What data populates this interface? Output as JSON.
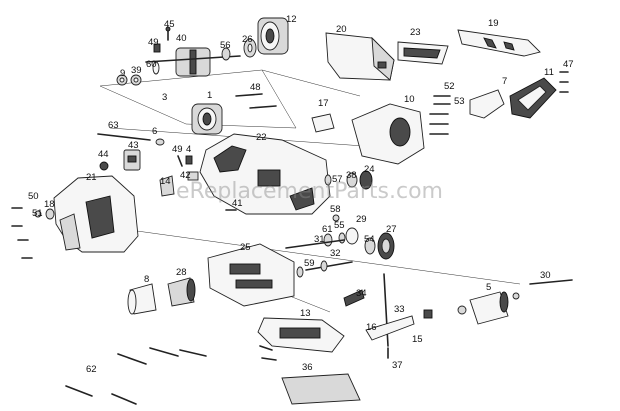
{
  "watermark": "eReplacementParts.com",
  "callouts": [
    {
      "id": "45",
      "label": "45"
    },
    {
      "id": "12",
      "label": "12"
    },
    {
      "id": "20",
      "label": "20"
    },
    {
      "id": "23",
      "label": "23"
    },
    {
      "id": "19",
      "label": "19"
    },
    {
      "id": "49",
      "label": "49"
    },
    {
      "id": "40",
      "label": "40"
    },
    {
      "id": "60",
      "label": "60"
    },
    {
      "id": "56",
      "label": "56"
    },
    {
      "id": "26",
      "label": "26"
    },
    {
      "id": "9",
      "label": "9"
    },
    {
      "id": "39",
      "label": "39"
    },
    {
      "id": "48",
      "label": "48"
    },
    {
      "id": "52",
      "label": "52"
    },
    {
      "id": "7",
      "label": "7"
    },
    {
      "id": "11",
      "label": "11"
    },
    {
      "id": "47",
      "label": "47"
    },
    {
      "id": "3",
      "label": "3"
    },
    {
      "id": "53",
      "label": "53"
    },
    {
      "id": "10",
      "label": "10"
    },
    {
      "id": "1",
      "label": "1"
    },
    {
      "id": "17",
      "label": "17"
    },
    {
      "id": "63",
      "label": "63"
    },
    {
      "id": "6",
      "label": "6"
    },
    {
      "id": "22",
      "label": "22"
    },
    {
      "id": "43",
      "label": "43"
    },
    {
      "id": "49b",
      "label": "49"
    },
    {
      "id": "4",
      "label": "4"
    },
    {
      "id": "44",
      "label": "44"
    },
    {
      "id": "42",
      "label": "42"
    },
    {
      "id": "57",
      "label": "57"
    },
    {
      "id": "24",
      "label": "24"
    },
    {
      "id": "38",
      "label": "38"
    },
    {
      "id": "21",
      "label": "21"
    },
    {
      "id": "14",
      "label": "14"
    },
    {
      "id": "50",
      "label": "50"
    },
    {
      "id": "18",
      "label": "18"
    },
    {
      "id": "51",
      "label": "51"
    },
    {
      "id": "41",
      "label": "41"
    },
    {
      "id": "58",
      "label": "58"
    },
    {
      "id": "29",
      "label": "29"
    },
    {
      "id": "61",
      "label": "61"
    },
    {
      "id": "55",
      "label": "55"
    },
    {
      "id": "27",
      "label": "27"
    },
    {
      "id": "31",
      "label": "31"
    },
    {
      "id": "54",
      "label": "54"
    },
    {
      "id": "25",
      "label": "25"
    },
    {
      "id": "32",
      "label": "32"
    },
    {
      "id": "59",
      "label": "59"
    },
    {
      "id": "8",
      "label": "8"
    },
    {
      "id": "28",
      "label": "28"
    },
    {
      "id": "34",
      "label": "34"
    },
    {
      "id": "33",
      "label": "33"
    },
    {
      "id": "5",
      "label": "5"
    },
    {
      "id": "30",
      "label": "30"
    },
    {
      "id": "13",
      "label": "13"
    },
    {
      "id": "16",
      "label": "16"
    },
    {
      "id": "15",
      "label": "15"
    },
    {
      "id": "37",
      "label": "37"
    },
    {
      "id": "36",
      "label": "36"
    },
    {
      "id": "62",
      "label": "62"
    }
  ]
}
